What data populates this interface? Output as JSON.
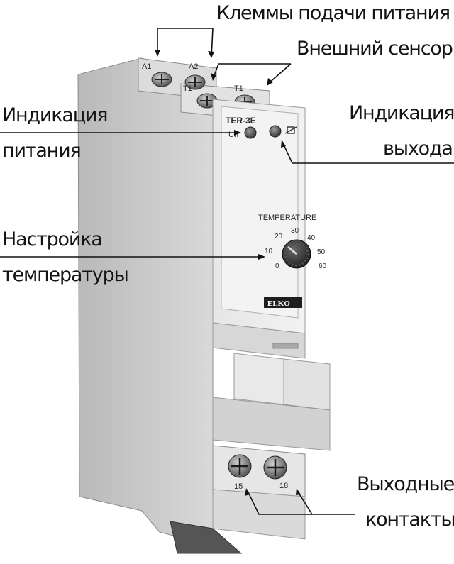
{
  "callouts": {
    "power_terminals": "Клеммы подачи питания",
    "external_sensor": "Внешний сенсор",
    "power_indication_line1": "Индикация",
    "power_indication_line2": "питания",
    "output_indication_line1": "Индикация",
    "output_indication_line2": "выхода",
    "temp_setting_line1": "Настройка",
    "temp_setting_line2": "температуры",
    "output_contacts_line1": "Выходные",
    "output_contacts_line2": "контакты"
  },
  "device": {
    "model": "TER-3E",
    "un_label": "Un",
    "brand": "ELKO",
    "dial_title": "TEMPERATURE",
    "dial_scale": [
      "0",
      "10",
      "20",
      "30",
      "40",
      "50",
      "60"
    ],
    "terminal_a1": "A1",
    "terminal_a2": "A2",
    "terminal_t1_left": "T1",
    "terminal_t1_right": "T1",
    "terminal_15": "15",
    "terminal_18": "18"
  }
}
